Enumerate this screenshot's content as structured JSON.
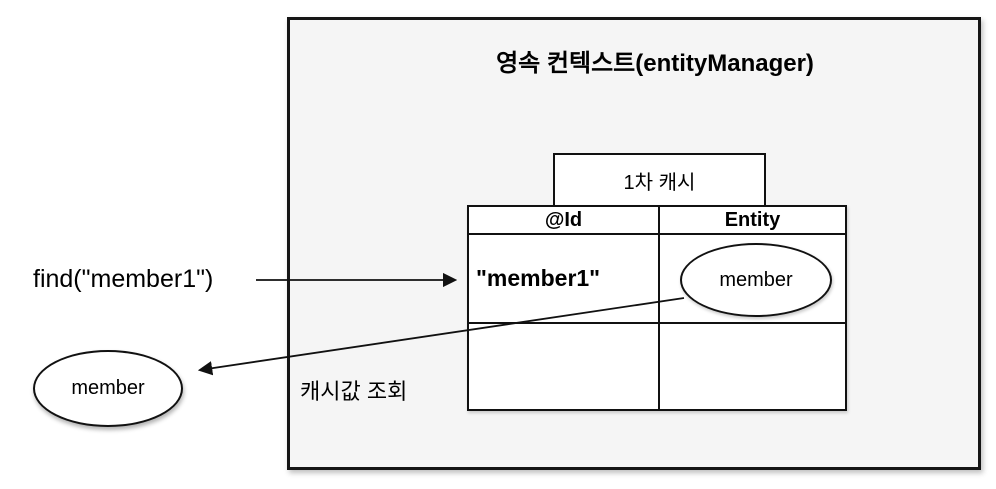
{
  "context": {
    "title": "영속 컨텍스트(entityManager)"
  },
  "cache": {
    "label": "1차 캐시"
  },
  "table": {
    "headers": [
      "@Id",
      "Entity"
    ],
    "rows": [
      {
        "id": "\"member1\"",
        "entity": "member"
      },
      {
        "id": "",
        "entity": ""
      }
    ]
  },
  "labels": {
    "find_call": "find(\"member1\")",
    "cache_lookup": "캐시값 조회"
  },
  "result": {
    "entity": "member"
  },
  "colors": {
    "stroke": "#111111",
    "context_fill": "#f5f5f5",
    "cell_fill": "#ffffff",
    "page_background": "#ffffff"
  }
}
